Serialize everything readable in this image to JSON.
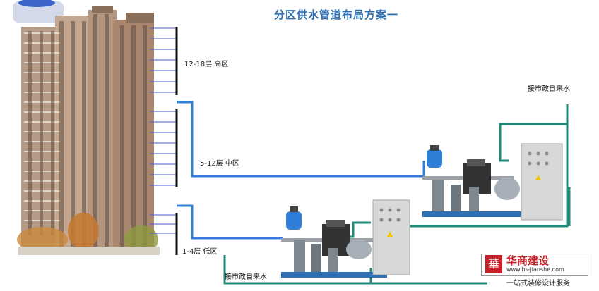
{
  "title": "分区供水管道布局方案一",
  "zones": {
    "high": "12-18层  高区",
    "mid": "5-12层  中区",
    "low": "1-4层  低区"
  },
  "municipal": {
    "top": "接市政自来水",
    "bottom": "接市政自来水"
  },
  "brand": {
    "logo_char": "華",
    "name": "华商建设",
    "url": "www.hs-jianshe.com",
    "slogan": "一站式装修设计服务"
  },
  "colors": {
    "pipe_teal": "#1f8a78",
    "pipe_blue": "#2f7fd8",
    "riser_black": "#111111",
    "floor_line": "#4a5bd0",
    "title": "#2e6fb4",
    "brand_red": "#c8202a"
  }
}
